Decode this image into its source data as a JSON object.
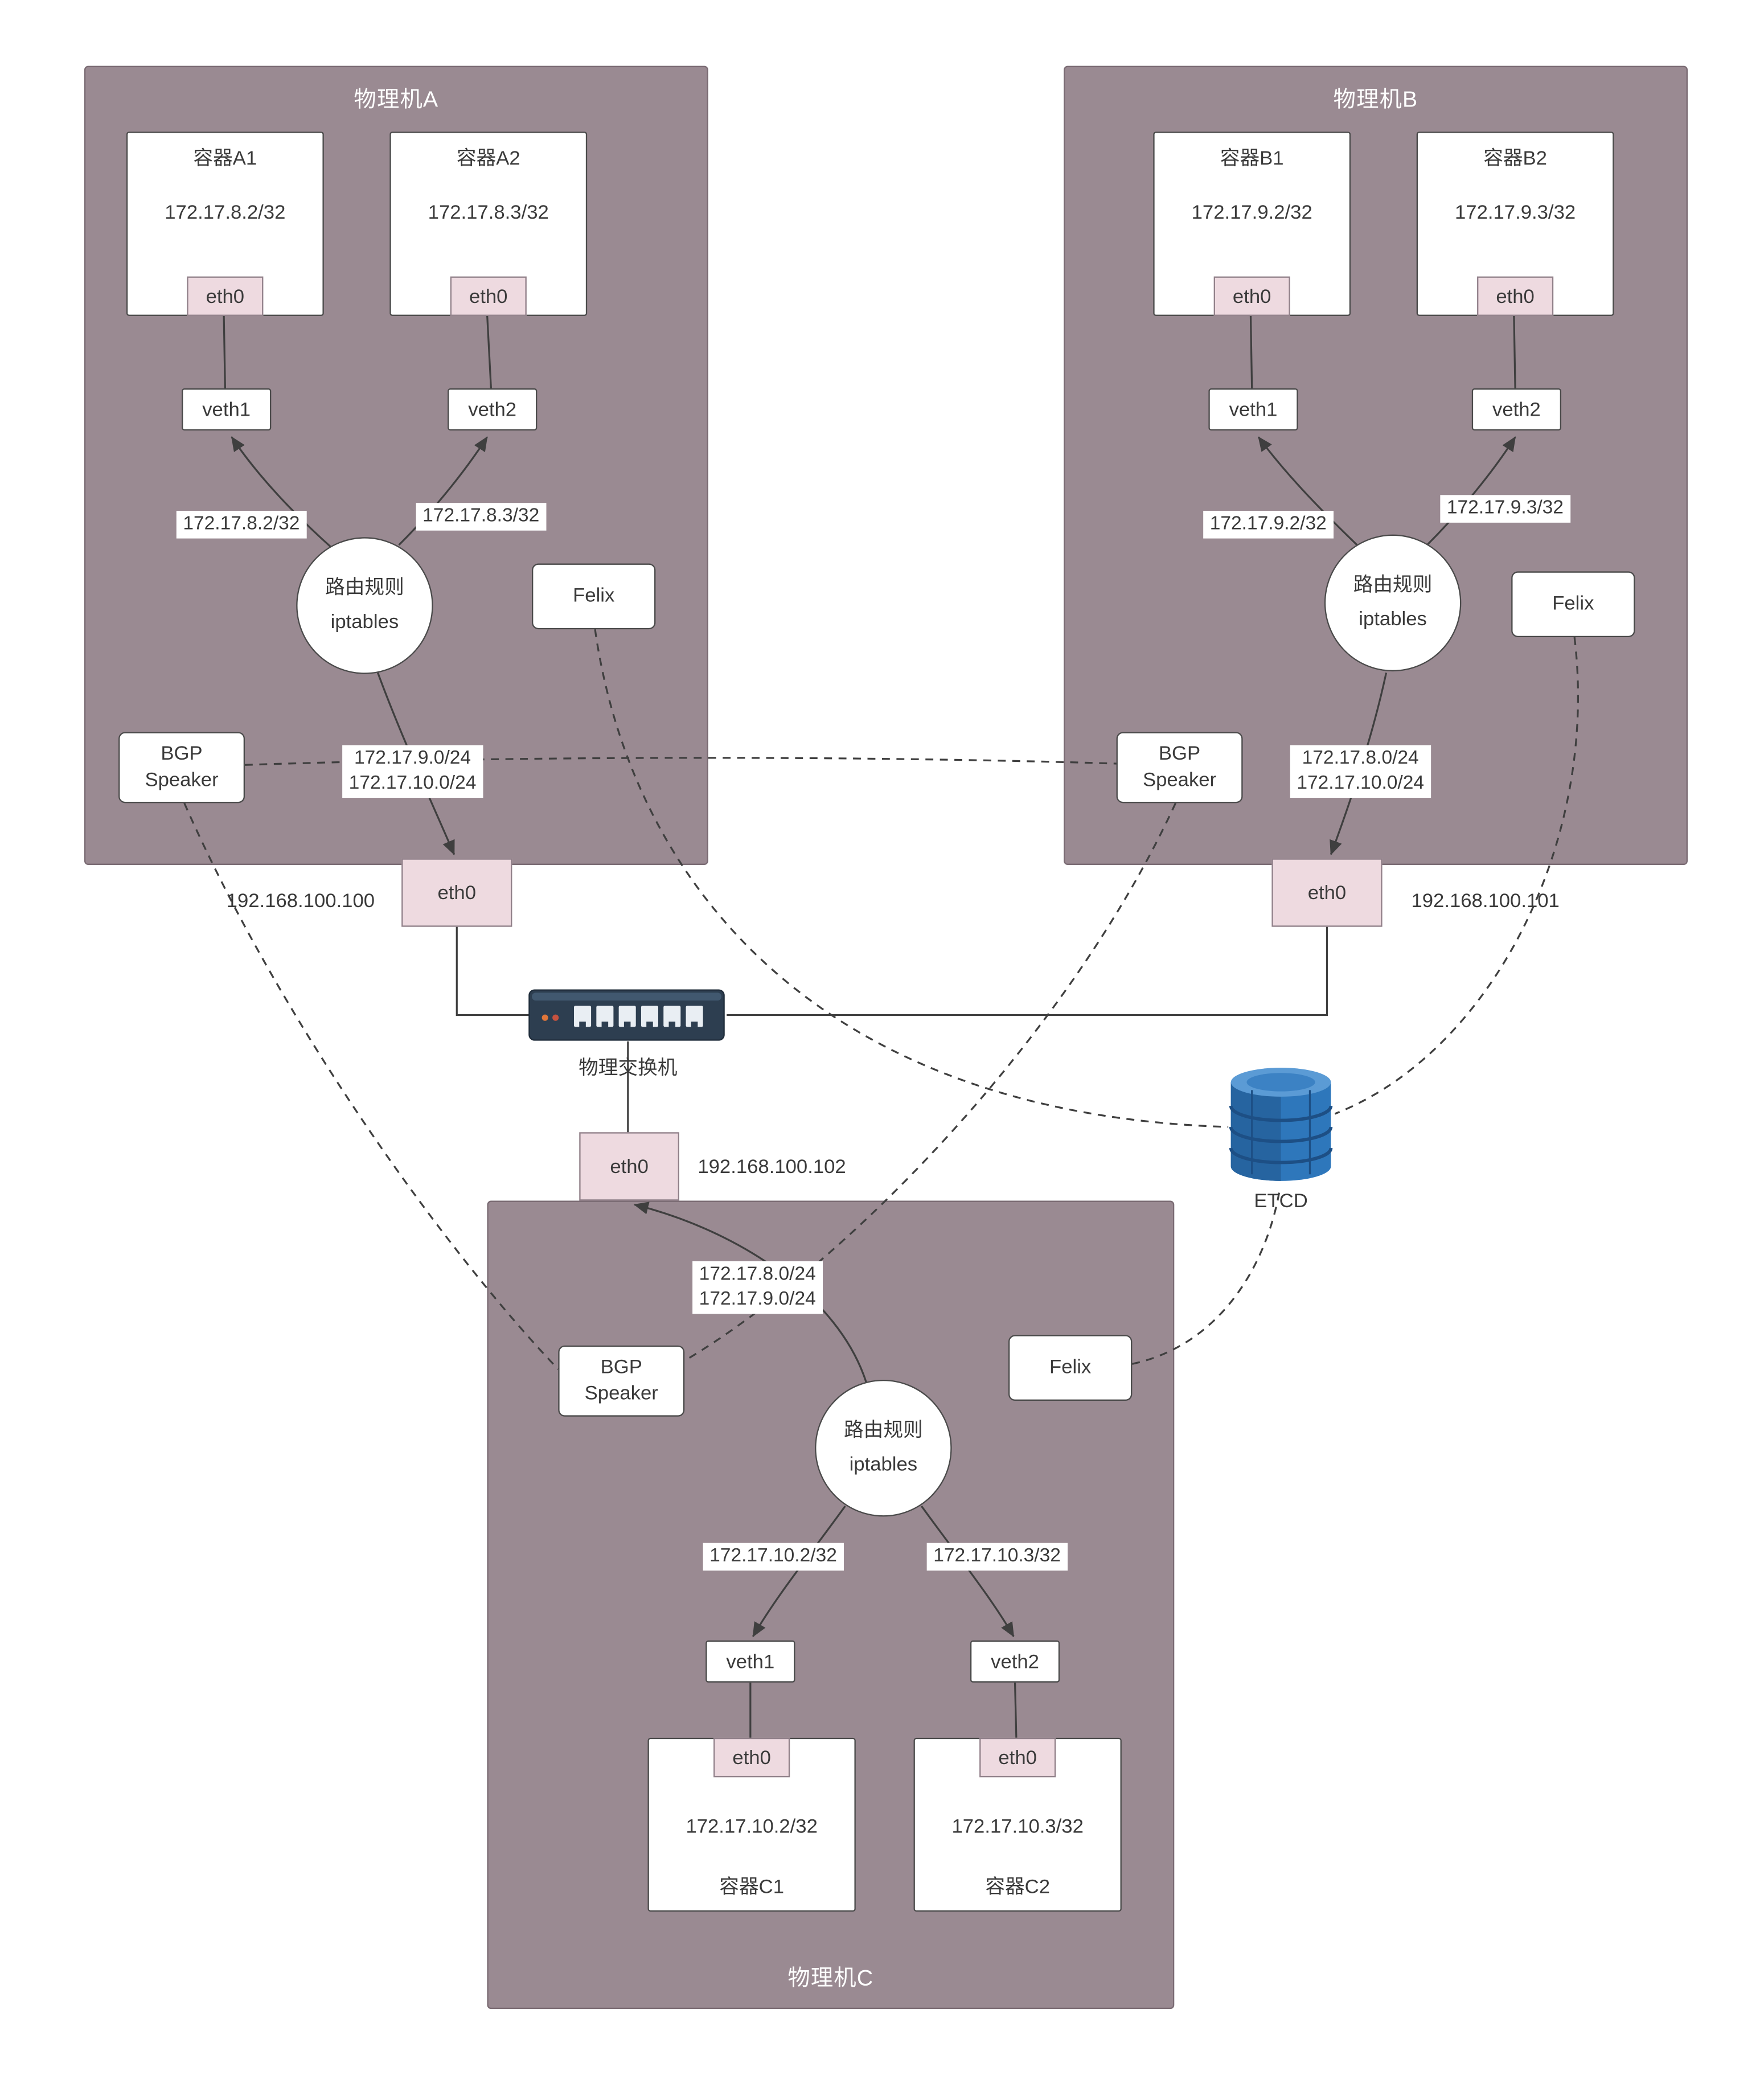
{
  "colors": {
    "machine_bg": "#9a8a92",
    "machine_border": "#7a6b73",
    "eth_bg": "#eedae0",
    "line": "#3f3f3f",
    "switch_body": "#2d3e50",
    "etcd_blue": "#2e77bb"
  },
  "machine_a": {
    "title": "物理机A",
    "containers": [
      {
        "title": "容器A1",
        "ip": "172.17.8.2/32",
        "eth": "eth0"
      },
      {
        "title": "容器A2",
        "ip": "172.17.8.3/32",
        "eth": "eth0"
      }
    ],
    "veths": [
      "veth1",
      "veth2"
    ],
    "veth_ip_labels": [
      "172.17.8.2/32",
      "172.17.8.3/32"
    ],
    "router": {
      "line1": "路由规则",
      "line2": "iptables"
    },
    "felix_label": "Felix",
    "bgp": {
      "line1": "BGP",
      "line2": "Speaker"
    },
    "route_labels": [
      "172.17.9.0/24",
      "172.17.10.0/24"
    ],
    "host_eth": "eth0",
    "host_ip": "192.168.100.100"
  },
  "machine_b": {
    "title": "物理机B",
    "containers": [
      {
        "title": "容器B1",
        "ip": "172.17.9.2/32",
        "eth": "eth0"
      },
      {
        "title": "容器B2",
        "ip": "172.17.9.3/32",
        "eth": "eth0"
      }
    ],
    "veths": [
      "veth1",
      "veth2"
    ],
    "veth_ip_labels": [
      "172.17.9.2/32",
      "172.17.9.3/32"
    ],
    "router": {
      "line1": "路由规则",
      "line2": "iptables"
    },
    "felix_label": "Felix",
    "bgp": {
      "line1": "BGP",
      "line2": "Speaker"
    },
    "route_labels": [
      "172.17.8.0/24",
      "172.17.10.0/24"
    ],
    "host_eth": "eth0",
    "host_ip": "192.168.100.101"
  },
  "machine_c": {
    "title": "物理机C",
    "containers": [
      {
        "title": "容器C1",
        "ip": "172.17.10.2/32",
        "eth": "eth0"
      },
      {
        "title": "容器C2",
        "ip": "172.17.10.3/32",
        "eth": "eth0"
      }
    ],
    "veths": [
      "veth1",
      "veth2"
    ],
    "veth_ip_labels": [
      "172.17.10.2/32",
      "172.17.10.3/32"
    ],
    "router": {
      "line1": "路由规则",
      "line2": "iptables"
    },
    "felix_label": "Felix",
    "bgp": {
      "line1": "BGP",
      "line2": "Speaker"
    },
    "route_labels": [
      "172.17.8.0/24",
      "172.17.9.0/24"
    ],
    "host_eth": "eth0",
    "host_ip": "192.168.100.102"
  },
  "switch": {
    "label": "物理交换机"
  },
  "etcd": {
    "label": "ETCD"
  }
}
